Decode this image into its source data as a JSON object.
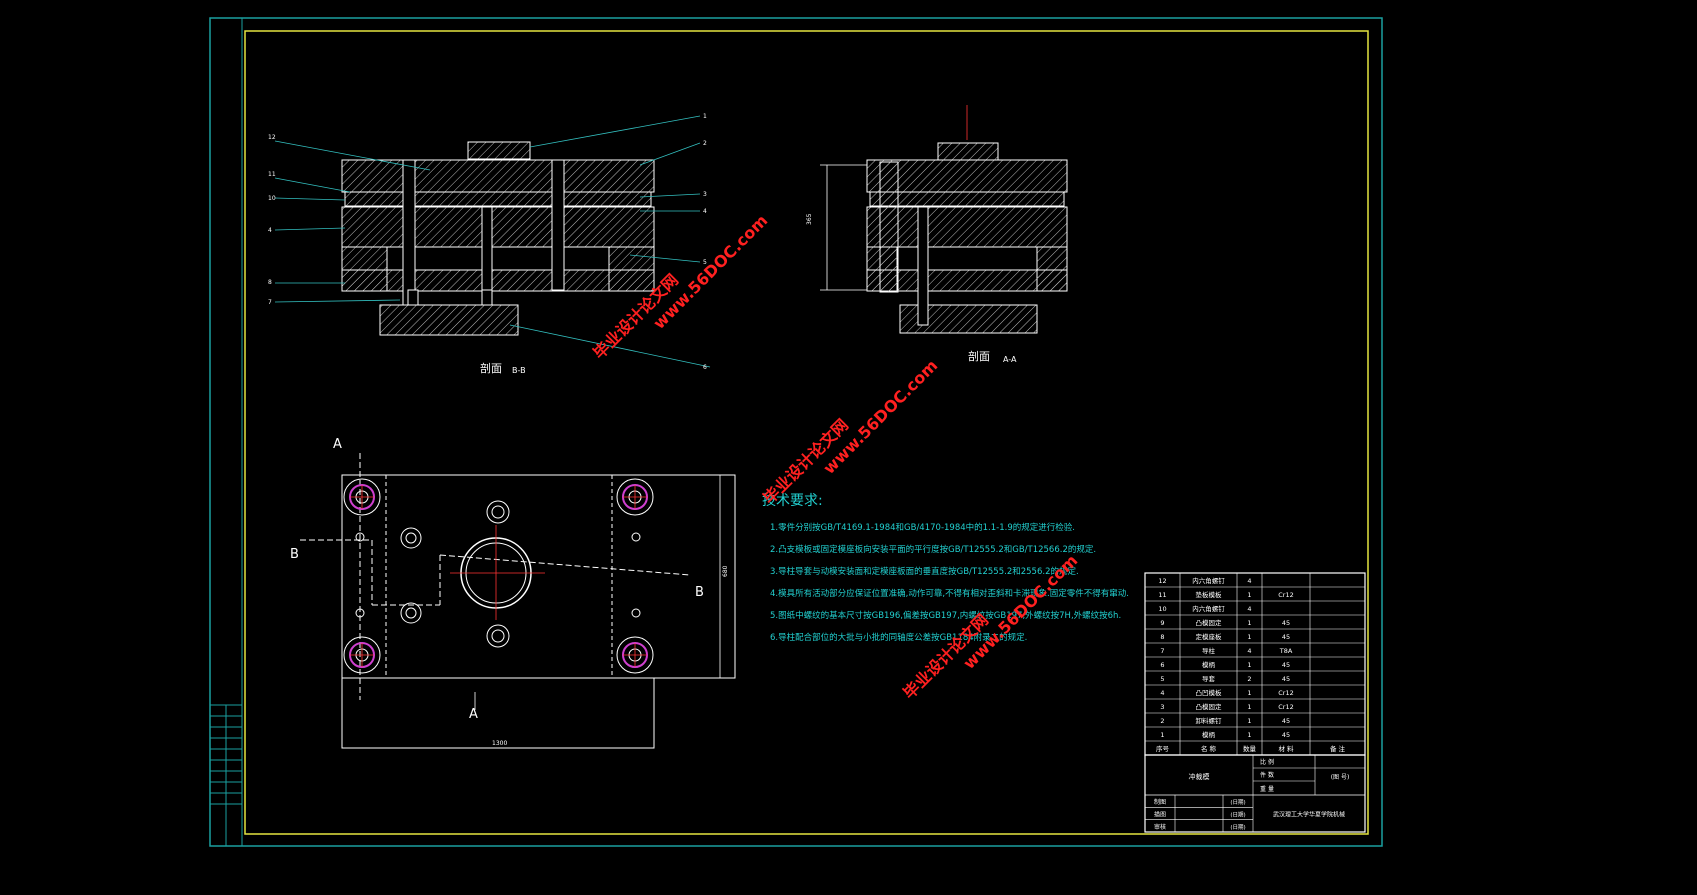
{
  "colors": {
    "background": "#000000",
    "outer_frame": "#1aa0a0",
    "inner_frame": "#e6e640",
    "line": "#ffffff",
    "leader": "#33c0c0",
    "hatch": "#c8c8c8",
    "center": "#ff3333",
    "bolt": "#d040d0",
    "text_cyan": "#22d0d0",
    "watermark": "#ff2020"
  },
  "views": {
    "section_bb": {
      "label": "剖面",
      "id": "B-B"
    },
    "section_aa": {
      "label": "剖面",
      "id": "A-A"
    },
    "plan": {
      "mark_a": "A",
      "mark_b": "B",
      "width_dim": "1300",
      "height_dim": "680"
    },
    "section_aa_dim": "365"
  },
  "balloons": [
    "1",
    "2",
    "3",
    "4",
    "5",
    "6",
    "12",
    "11",
    "10",
    "4",
    "8",
    "7"
  ],
  "tech": {
    "title": "技术要求:",
    "items": [
      "1.零件分别按GB/T4169.1-1984和GB/4170-1984中的1.1-1.9的规定进行检验.",
      "2.凸支模板或固定模座板向安装平面的平行度按GB/T12555.2和GB/T12566.2的规定.",
      "3.导柱导套与动模安装面和定模座板面的垂直度按GB/T12555.2和2556.2的规定.",
      "4.模具所有活动部分应保证位置准确,动作可靠,不得有相对歪斜和卡滞现象.固定零件不得有窜动.",
      "5.图纸中螺纹的基本尺寸按GB196,偏差按GB197,内螺纹按GB197,外螺纹按7H,外螺纹按6h.",
      "6.导柱配合部位的大批与小批的同轴度公差按GB1184附录二的规定."
    ]
  },
  "bom": {
    "rows": [
      {
        "no": "12",
        "name": "内六角螺钉",
        "qty": "4",
        "mat": ""
      },
      {
        "no": "11",
        "name": "垫板模板",
        "qty": "1",
        "mat": "Cr12"
      },
      {
        "no": "10",
        "name": "内六角螺钉",
        "qty": "4",
        "mat": ""
      },
      {
        "no": "9",
        "name": "凸模固定",
        "qty": "1",
        "mat": "45"
      },
      {
        "no": "8",
        "name": "定模座板",
        "qty": "1",
        "mat": "45"
      },
      {
        "no": "7",
        "name": "导柱",
        "qty": "4",
        "mat": "T8A"
      },
      {
        "no": "6",
        "name": "模柄",
        "qty": "1",
        "mat": "45"
      },
      {
        "no": "5",
        "name": "导套",
        "qty": "2",
        "mat": "45"
      },
      {
        "no": "4",
        "name": "凸凹模板",
        "qty": "1",
        "mat": "Cr12"
      },
      {
        "no": "3",
        "name": "凸模固定",
        "qty": "1",
        "mat": "Cr12"
      },
      {
        "no": "2",
        "name": "卸料螺钉",
        "qty": "1",
        "mat": "45"
      },
      {
        "no": "1",
        "name": "模柄",
        "qty": "1",
        "mat": "45"
      }
    ],
    "header": [
      "序号",
      "名 称",
      "数量",
      "材 料",
      "备 注"
    ]
  },
  "title_block": {
    "drawing_name": "冲裁模",
    "scale_label": "比 例",
    "count_label": "件 数",
    "weight_label": "重 量",
    "sheet_label": "(图 号)",
    "row_labels": [
      "制图",
      "描图",
      "审核"
    ],
    "date_label": "(日期)",
    "school": "武汉理工大学华夏学院机械"
  },
  "watermarks": [
    "毕业设计论文网",
    "www.56DOC.com"
  ]
}
